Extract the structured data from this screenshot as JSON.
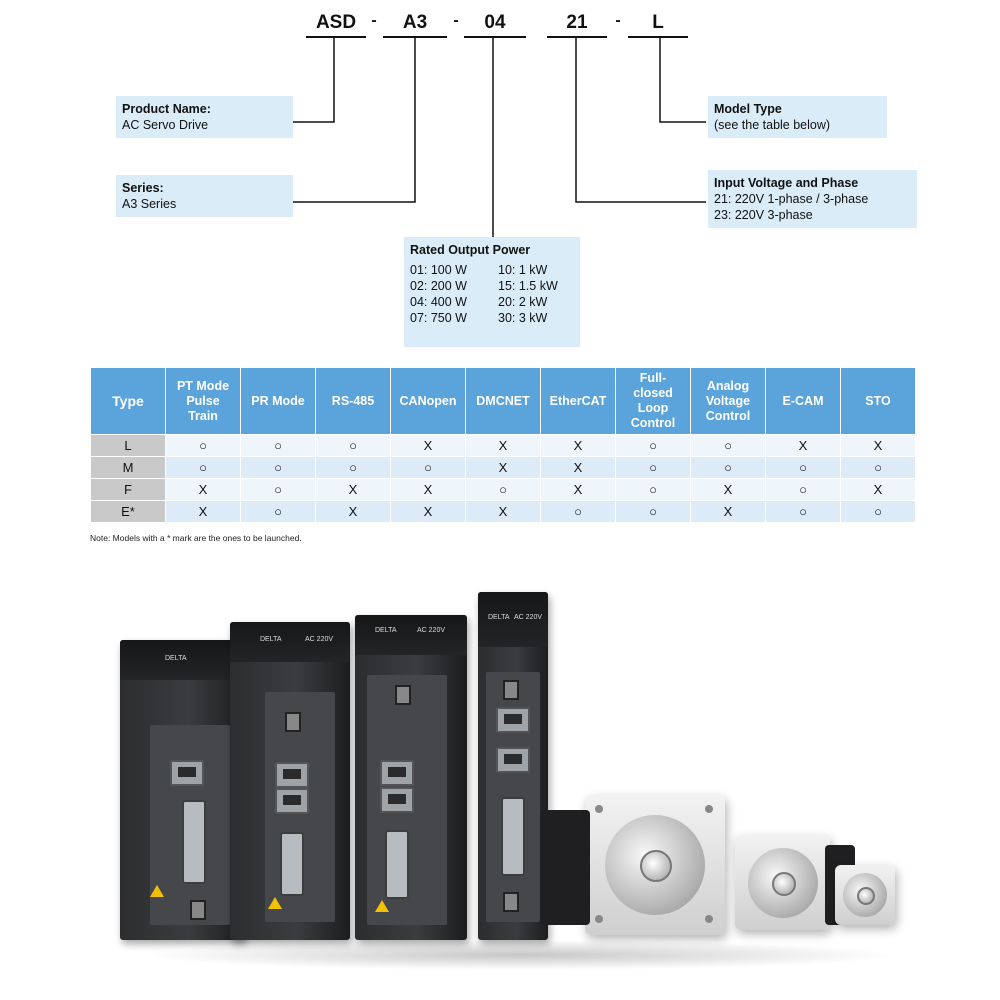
{
  "model_code": {
    "segments": [
      "ASD",
      "A3",
      "04",
      "21",
      "L"
    ],
    "dash": "-"
  },
  "callouts": {
    "product_name": {
      "title": "Product Name:",
      "text": "AC Servo Drive"
    },
    "series": {
      "title": "Series:",
      "text": "A3 Series"
    },
    "model_type": {
      "title": "Model Type",
      "text": "(see the table below)"
    },
    "input_voltage": {
      "title": "Input Voltage and Phase",
      "lines": [
        "21: 220V 1-phase / 3-phase",
        "23: 220V  3-phase"
      ]
    },
    "rated_power": {
      "title": "Rated Output Power",
      "items": [
        "01: 100 W",
        "10: 1 kW",
        "02: 200 W",
        "15: 1.5 kW",
        "04: 400 W",
        "20: 2 kW",
        "07: 750 W",
        "30: 3 kW"
      ]
    }
  },
  "type_table": {
    "headers": [
      "Type",
      "PT Mode Pulse Train",
      "PR Mode",
      "RS-485",
      "CANopen",
      "DMCNET",
      "EtherCAT",
      "Full-closed Loop Control",
      "Analog Voltage Control",
      "E-CAM",
      "STO"
    ],
    "header_lines": [
      [
        "Type"
      ],
      [
        "PT Mode",
        "Pulse",
        "Train"
      ],
      [
        "PR Mode"
      ],
      [
        "RS-485"
      ],
      [
        "CANopen"
      ],
      [
        "DMCNET"
      ],
      [
        "EtherCAT"
      ],
      [
        "Full-",
        "closed",
        "Loop",
        "Control"
      ],
      [
        "Analog",
        "Voltage",
        "Control"
      ],
      [
        "E-CAM"
      ],
      [
        "STO"
      ]
    ],
    "rows": [
      [
        "L",
        "○",
        "○",
        "○",
        "X",
        "X",
        "X",
        "○",
        "○",
        "X",
        "X"
      ],
      [
        "M",
        "○",
        "○",
        "○",
        "○",
        "X",
        "X",
        "○",
        "○",
        "○",
        "○"
      ],
      [
        "F",
        "X",
        "○",
        "X",
        "X",
        "○",
        "X",
        "○",
        "X",
        "○",
        "X"
      ],
      [
        "E*",
        "X",
        "○",
        "X",
        "X",
        "X",
        "○",
        "○",
        "X",
        "○",
        "○"
      ]
    ],
    "note": "Note: Models with a * mark are the ones to be launched."
  },
  "product_image": {
    "logo_text": "DELTA",
    "label_text": "AC 220V",
    "colors": {
      "drive_body": "#2c2d2f",
      "warning": "#f2c200",
      "motor_flange": "#e6e6e6"
    }
  }
}
